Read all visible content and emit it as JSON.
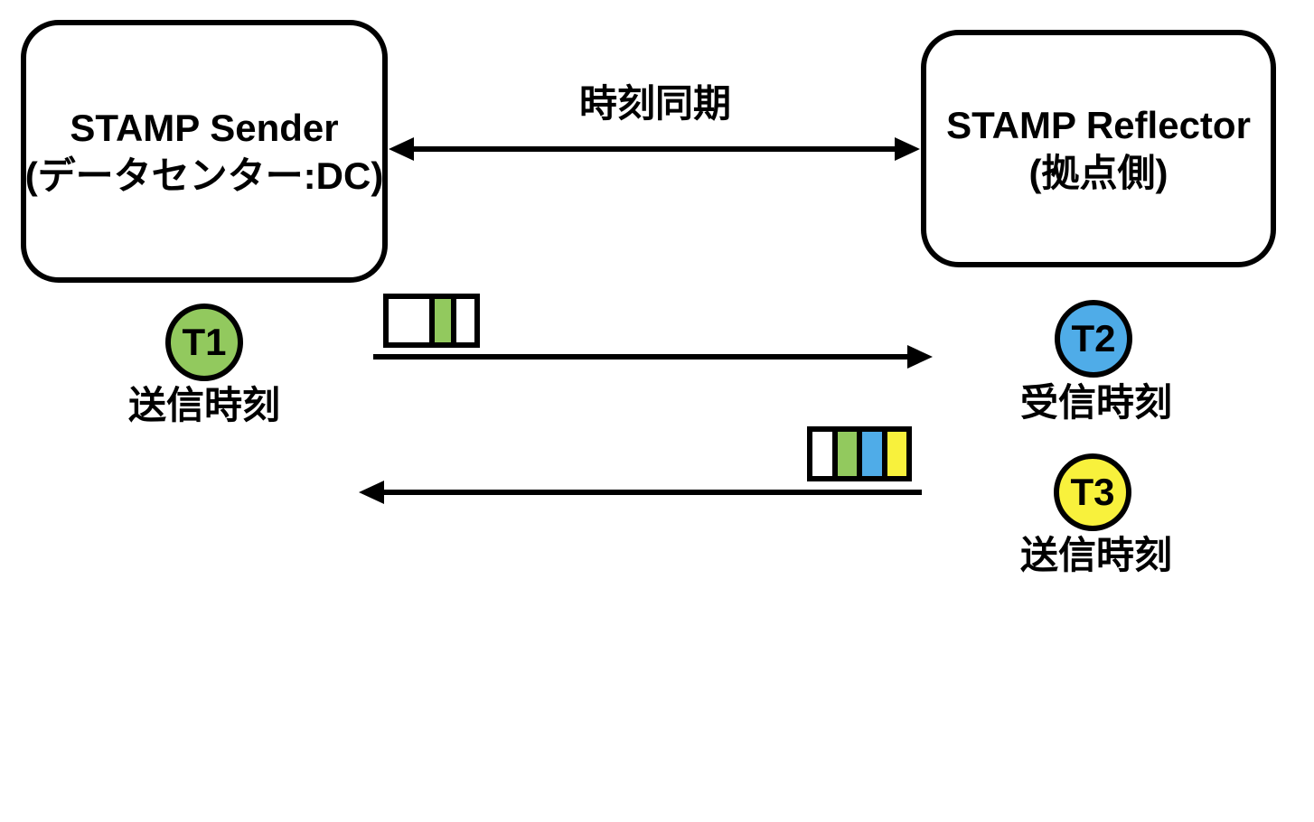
{
  "nodes": {
    "sender": {
      "line1": "STAMP Sender",
      "line2": "(データセンター:DC)"
    },
    "reflector": {
      "line1": "STAMP Reflector",
      "line2": "(拠点側)"
    }
  },
  "sync": {
    "label": "時刻同期"
  },
  "timestamps": {
    "t1": {
      "id": "T1",
      "label": "送信時刻",
      "color": "#92C95E"
    },
    "t2": {
      "id": "T2",
      "label": "受信時刻",
      "color": "#4FACE8"
    },
    "t3": {
      "id": "T3",
      "label": "送信時刻",
      "color": "#F8F13C"
    }
  },
  "packets": {
    "forward": {
      "cells": [
        "#FFFFFF",
        "#92C95E",
        "#FFFFFF"
      ]
    },
    "return": {
      "cells": [
        "#FFFFFF",
        "#92C95E",
        "#4FACE8",
        "#F8F13C"
      ]
    }
  },
  "colors": {
    "outline": "#000000",
    "background": "#FFFFFF",
    "arrow": "#000000"
  }
}
